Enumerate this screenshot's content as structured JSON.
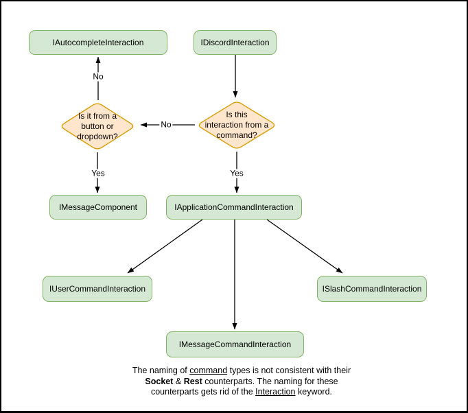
{
  "diagram": {
    "nodes": {
      "autocomplete": "IAutocompleteInteraction",
      "discord": "IDiscordInteraction",
      "message_component": "IMessageComponent",
      "application_command": "IApplicationCommandInteraction",
      "user_command": "IUserCommandInteraction",
      "slash_command": "ISlashCommandInteraction",
      "message_command": "IMessageCommandInteraction"
    },
    "decisions": {
      "from_button_or_dropdown": "Is it from a\nbutton or\ndropdown?",
      "from_command": "Is this\ninteraction from a\ncommand?"
    },
    "edge_labels": {
      "no_to_autocomplete": "No",
      "no_to_button_dropdown": "No",
      "yes_to_message_component": "Yes",
      "yes_to_application_command": "Yes"
    },
    "note": {
      "segments": [
        {
          "text": "The naming of "
        },
        {
          "text": "command",
          "style": "u"
        },
        {
          "text": " types is not consistent with their\n"
        },
        {
          "text": "Socket",
          "style": "b"
        },
        {
          "text": " & "
        },
        {
          "text": "Rest",
          "style": "b"
        },
        {
          "text": " counterparts. The naming for these\ncounterparts gets rid of the "
        },
        {
          "text": "Interaction",
          "style": "u"
        },
        {
          "text": " keyword."
        }
      ]
    },
    "colors": {
      "node_fill": "#d5e8d4",
      "node_border": "#82b366",
      "decision_fill": "#ffe6cc",
      "decision_border": "#d79b00",
      "edge_color": "#000000"
    }
  }
}
